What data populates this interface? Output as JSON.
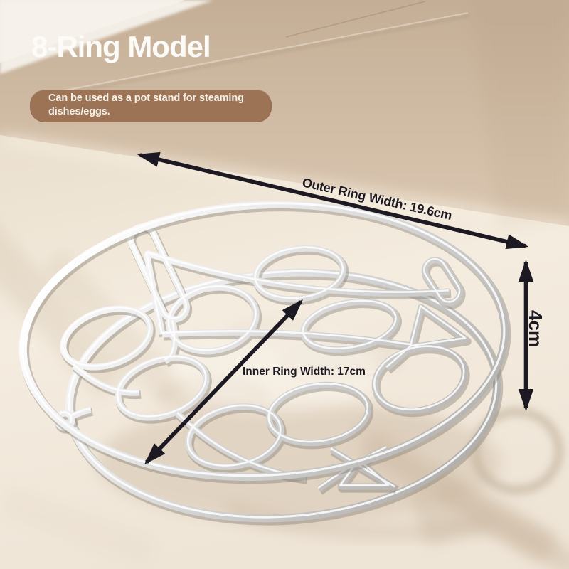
{
  "title": "8-Ring Model",
  "badge": {
    "text": "Can be used as a pot stand for steaming dishes/eggs."
  },
  "annotations": {
    "outer_width_label": "Outer Ring Width: 19.6cm",
    "inner_width_label": "Inner Ring Width: 17cm",
    "height_label": "4cm"
  },
  "product": {
    "ring_count": 8
  },
  "colors": {
    "badge_bg": "#9c7455",
    "badge_text": "#f6f1e9",
    "title_text": "#fcfbf8",
    "annotation_ink": "#1d1922",
    "wall": "#cbb59e",
    "surface": "#f2eade",
    "steel_highlight": "#ffffff",
    "steel_shadow": "#a8a39c"
  }
}
